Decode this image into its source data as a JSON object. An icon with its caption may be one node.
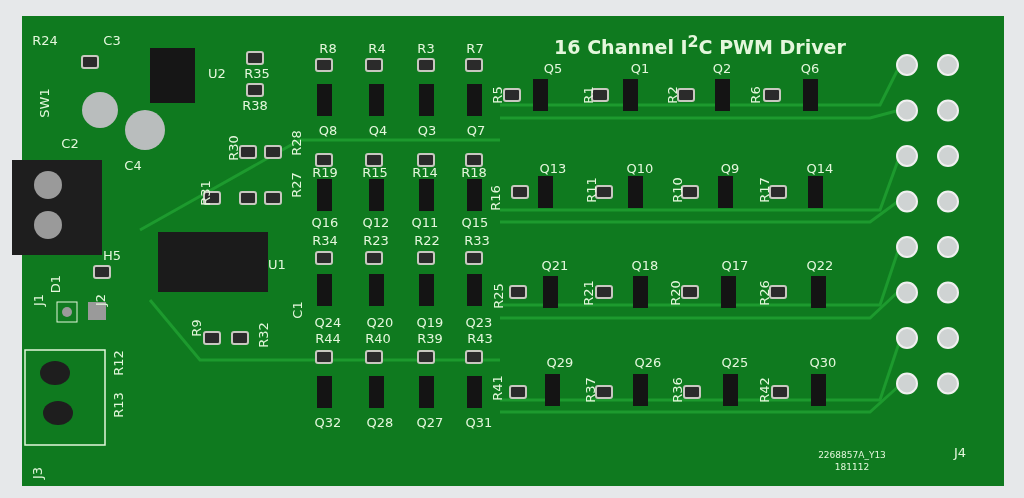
{
  "diagram": {
    "title": "16 Channel I$^{2}$C PWM Driver",
    "labels": [
      "R24",
      "C3",
      "U2",
      "R35",
      "R38",
      "SW1",
      "C2",
      "C4",
      "R8",
      "R4",
      "R3",
      "R7",
      "R5",
      "Q5",
      "R1",
      "Q1",
      "R2",
      "Q2",
      "R6",
      "Q6",
      "Q8",
      "Q4",
      "Q3",
      "Q7",
      "R30",
      "R28",
      "R31",
      "R27",
      "R19",
      "R15",
      "R14",
      "R18",
      "R16",
      "Q13",
      "R11",
      "Q10",
      "R10",
      "Q9",
      "R17",
      "Q14",
      "Q16",
      "Q12",
      "Q11",
      "Q15",
      "R34",
      "R23",
      "R22",
      "R33",
      "H5",
      "U1",
      "D1",
      "J1",
      "J2",
      "C1",
      "R25",
      "Q21",
      "R21",
      "Q18",
      "R20",
      "Q17",
      "R26",
      "Q22",
      "Q24",
      "Q20",
      "Q19",
      "Q23",
      "R9",
      "R32",
      "R44",
      "R40",
      "R39",
      "R43",
      "R12",
      "R13",
      "R41",
      "Q29",
      "R37",
      "Q26",
      "R36",
      "Q25",
      "R42",
      "Q30",
      "Q32",
      "Q28",
      "Q27",
      "Q31",
      "2268857A_Y13",
      "181112",
      "J4",
      "J3"
    ]
  }
}
